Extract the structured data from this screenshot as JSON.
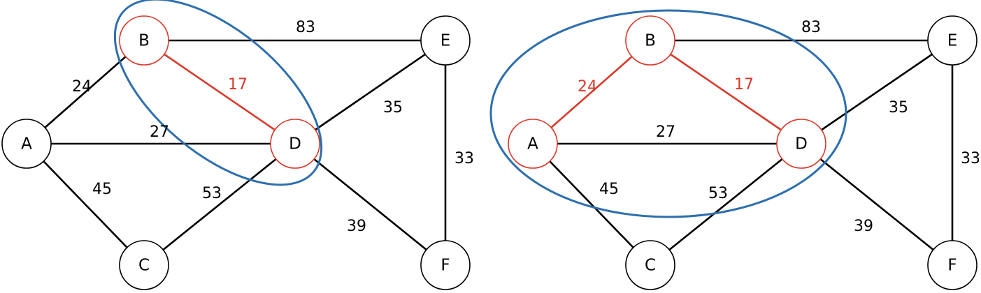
{
  "colors": {
    "default": "#000000",
    "highlight": "#d93a2b",
    "cluster": "#2e6fae",
    "node_fill": "#ffffff"
  },
  "panels": [
    {
      "nodes": [
        {
          "id": "B",
          "label": "B",
          "highlighted": true
        },
        {
          "id": "E",
          "label": "E",
          "highlighted": false
        },
        {
          "id": "A",
          "label": "A",
          "highlighted": false
        },
        {
          "id": "D",
          "label": "D",
          "highlighted": true
        },
        {
          "id": "C",
          "label": "C",
          "highlighted": false
        },
        {
          "id": "F",
          "label": "F",
          "highlighted": false
        }
      ],
      "edges": [
        {
          "from": "B",
          "to": "E",
          "weight": "83",
          "highlighted": false
        },
        {
          "from": "A",
          "to": "B",
          "weight": "24",
          "highlighted": false
        },
        {
          "from": "B",
          "to": "D",
          "weight": "17",
          "highlighted": true
        },
        {
          "from": "A",
          "to": "D",
          "weight": "27",
          "highlighted": false
        },
        {
          "from": "D",
          "to": "E",
          "weight": "35",
          "highlighted": false
        },
        {
          "from": "E",
          "to": "F",
          "weight": "33",
          "highlighted": false
        },
        {
          "from": "A",
          "to": "C",
          "weight": "45",
          "highlighted": false
        },
        {
          "from": "C",
          "to": "D",
          "weight": "53",
          "highlighted": false
        },
        {
          "from": "D",
          "to": "F",
          "weight": "39",
          "highlighted": false
        }
      ]
    },
    {
      "nodes": [
        {
          "id": "B",
          "label": "B",
          "highlighted": true
        },
        {
          "id": "E",
          "label": "E",
          "highlighted": false
        },
        {
          "id": "A",
          "label": "A",
          "highlighted": true
        },
        {
          "id": "D",
          "label": "D",
          "highlighted": true
        },
        {
          "id": "C",
          "label": "C",
          "highlighted": false
        },
        {
          "id": "F",
          "label": "F",
          "highlighted": false
        }
      ],
      "edges": [
        {
          "from": "B",
          "to": "E",
          "weight": "83",
          "highlighted": false
        },
        {
          "from": "A",
          "to": "B",
          "weight": "24",
          "highlighted": true
        },
        {
          "from": "B",
          "to": "D",
          "weight": "17",
          "highlighted": true
        },
        {
          "from": "A",
          "to": "D",
          "weight": "27",
          "highlighted": false
        },
        {
          "from": "D",
          "to": "E",
          "weight": "35",
          "highlighted": false
        },
        {
          "from": "E",
          "to": "F",
          "weight": "33",
          "highlighted": false
        },
        {
          "from": "A",
          "to": "C",
          "weight": "45",
          "highlighted": false
        },
        {
          "from": "C",
          "to": "D",
          "weight": "53",
          "highlighted": false
        },
        {
          "from": "D",
          "to": "F",
          "weight": "39",
          "highlighted": false
        }
      ]
    }
  ]
}
